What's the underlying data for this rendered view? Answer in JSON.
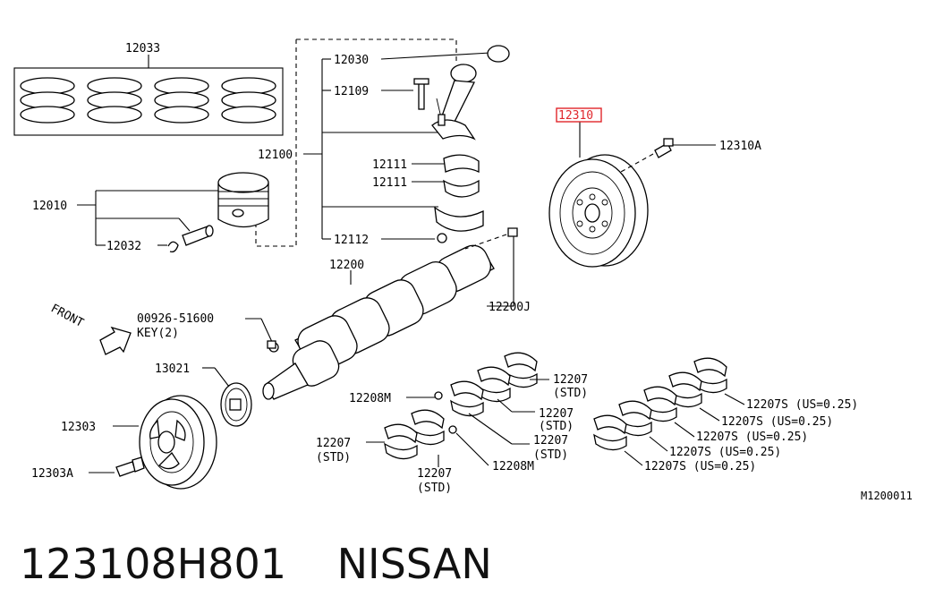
{
  "diagram": {
    "parts": {
      "piston_rings": "12033",
      "con_rod_bushing": "12030",
      "con_rod_bolt": "12109",
      "con_rod_assembly": "12100",
      "con_rod_bearing_upper": "12111",
      "con_rod_bearing_lower": "12111",
      "piston": "12010",
      "snap_ring": "12032",
      "con_rod_nut": "12112",
      "crankshaft": "12200",
      "pilot_bushing": "12200J",
      "key_part": "00926-51600",
      "key_label": "KEY(2)",
      "timing_sprocket": "13021",
      "pulley": "12303",
      "pulley_bolt": "12303A",
      "thrust_washer_1": "12208M",
      "thrust_washer_2": "12208M",
      "flywheel": "12310",
      "flywheel_bolt": "12310A"
    },
    "bearings_std": [
      {
        "part": "12207",
        "note": "(STD)"
      },
      {
        "part": "12207",
        "note": "(STD)"
      },
      {
        "part": "12207",
        "note": "(STD)"
      },
      {
        "part": "12207",
        "note": "(STD)"
      },
      {
        "part": "12207",
        "note": "(STD)"
      }
    ],
    "bearings_us": [
      "12207S (US=0.25)",
      "12207S (US=0.25)",
      "12207S (US=0.25)",
      "12207S (US=0.25)",
      "12207S (US=0.25)"
    ],
    "front_label": "FRONT",
    "figure_code": "M1200011"
  },
  "footer": {
    "part_number": "123108H801",
    "brand": "NISSAN"
  },
  "highlight_color": "#e0262b"
}
